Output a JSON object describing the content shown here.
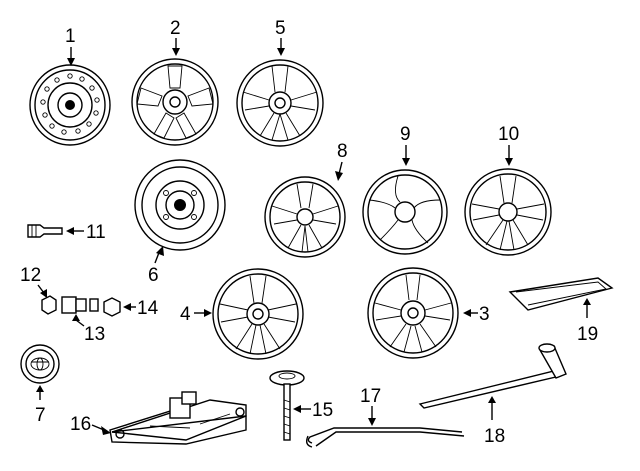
{
  "diagram": {
    "callouts": [
      {
        "id": "p1",
        "label": "1"
      },
      {
        "id": "p2",
        "label": "2"
      },
      {
        "id": "p3",
        "label": "3"
      },
      {
        "id": "p4",
        "label": "4"
      },
      {
        "id": "p5",
        "label": "5"
      },
      {
        "id": "p6",
        "label": "6"
      },
      {
        "id": "p7",
        "label": "7"
      },
      {
        "id": "p8",
        "label": "8"
      },
      {
        "id": "p9",
        "label": "9"
      },
      {
        "id": "p10",
        "label": "10"
      },
      {
        "id": "p11",
        "label": "11"
      },
      {
        "id": "p12",
        "label": "12"
      },
      {
        "id": "p13",
        "label": "13"
      },
      {
        "id": "p14",
        "label": "14"
      },
      {
        "id": "p15",
        "label": "15"
      },
      {
        "id": "p16",
        "label": "16"
      },
      {
        "id": "p17",
        "label": "17"
      },
      {
        "id": "p18",
        "label": "18"
      },
      {
        "id": "p19",
        "label": "19"
      }
    ]
  }
}
